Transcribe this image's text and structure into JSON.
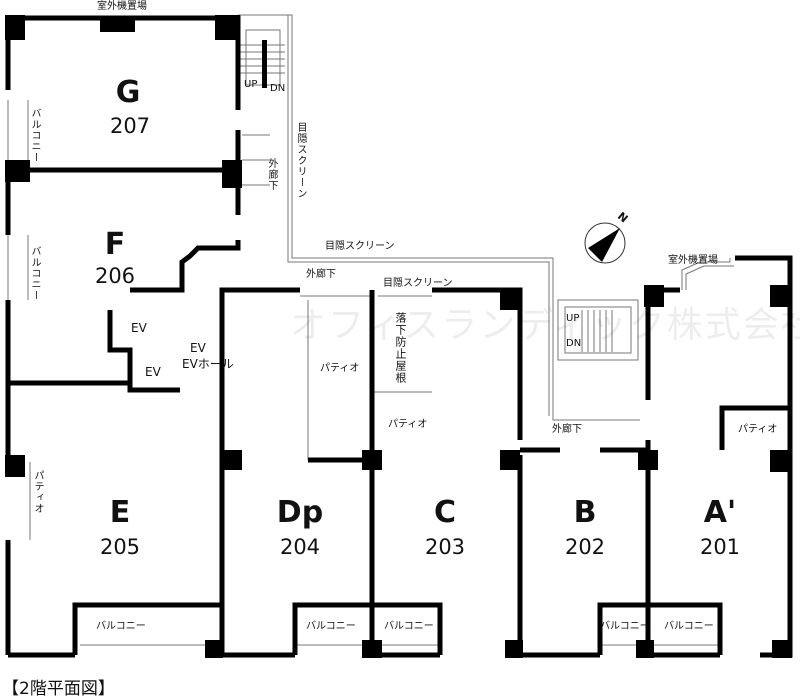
{
  "caption": "【2階平面図】",
  "watermark": "オフィスランディック株式会社",
  "compass": "N",
  "units": [
    {
      "letter": "G",
      "number": "207"
    },
    {
      "letter": "F",
      "number": "206"
    },
    {
      "letter": "E",
      "number": "205"
    },
    {
      "letter": "Dp",
      "number": "204"
    },
    {
      "letter": "C",
      "number": "203"
    },
    {
      "letter": "B",
      "number": "202"
    },
    {
      "letter": "A'",
      "number": "201"
    }
  ],
  "labels": {
    "outdoor_unit": "室外機置場",
    "corridor": "外廊下",
    "screen": "目隠スクリーン",
    "balcony": "バルコニー",
    "patio": "パティオ",
    "ev": "EV",
    "ev_hall": "EVホール",
    "fall_roof": "落下防止屋根",
    "up": "UP",
    "dn": "DN"
  }
}
